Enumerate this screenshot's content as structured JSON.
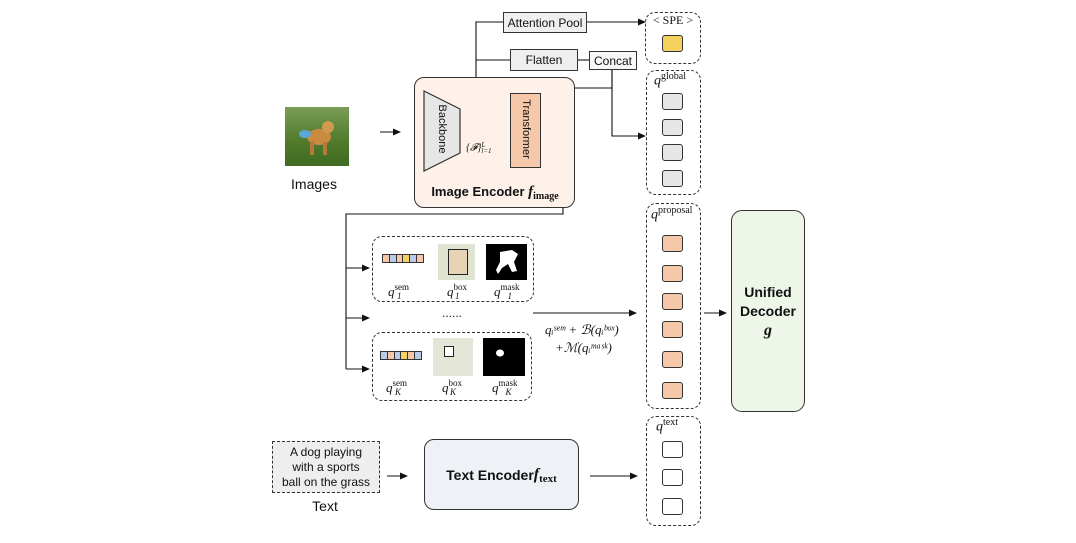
{
  "images_label": "Images",
  "text_label": "Text",
  "image_encoder": {
    "title": "Image Encoder ",
    "title_symbol": "f",
    "title_sub": "image",
    "backbone": "Backbone",
    "transformer": "Transformer",
    "features": "{𝓕}",
    "features_sup": "L",
    "features_sub": "l=1"
  },
  "attention_pool": "Attention Pool",
  "flatten": "Flatten",
  "concat": "Concat",
  "text_encoder": {
    "title": "Text Encoder ",
    "title_symbol": "f",
    "title_sub": "text"
  },
  "text_prompt": [
    "A dog playing",
    "with a sports",
    "ball on the grass"
  ],
  "ellipsis": "......",
  "proposal_top": {
    "sem_sym": "q",
    "sem_sup": "sem",
    "sem_sub": "1",
    "box_sym": "q",
    "box_sup": "box",
    "box_sub": "1",
    "mask_sym": "q",
    "mask_sup": "mask",
    "mask_sub": "1"
  },
  "proposal_bottom": {
    "sem_sym": "q",
    "sem_sup": "sem",
    "sem_sub": "K",
    "box_sym": "q",
    "box_sup": "box",
    "box_sub": "K",
    "mask_sym": "q",
    "mask_sup": "mask",
    "mask_sub": "K"
  },
  "formula_line1": "qᵢˢᵉᵐ + ℬ(qᵢᵇᵒˣ)",
  "formula_line2": "+ℳ(qᵢᵐᵃˢᵏ)",
  "queries": {
    "spe": "< SPE >",
    "global_sym": "q",
    "global_sup": "global",
    "proposal_sym": "q",
    "proposal_sup": "proposal",
    "text_sym": "q",
    "text_sup": "text"
  },
  "decoder": {
    "line1": "Unified",
    "line2": "Decoder",
    "symbol": "g"
  },
  "colors": {
    "image_encoder_bg": "#fdf1ea",
    "decoder_bg": "#eef6ea",
    "orange": "#f6c8aa",
    "yellow": "#f5d25e",
    "gray": "#e6e6e6"
  },
  "icons": [
    "dog-photo",
    "semantic-embedding-icon",
    "box-crop-icon",
    "mask-icon"
  ]
}
